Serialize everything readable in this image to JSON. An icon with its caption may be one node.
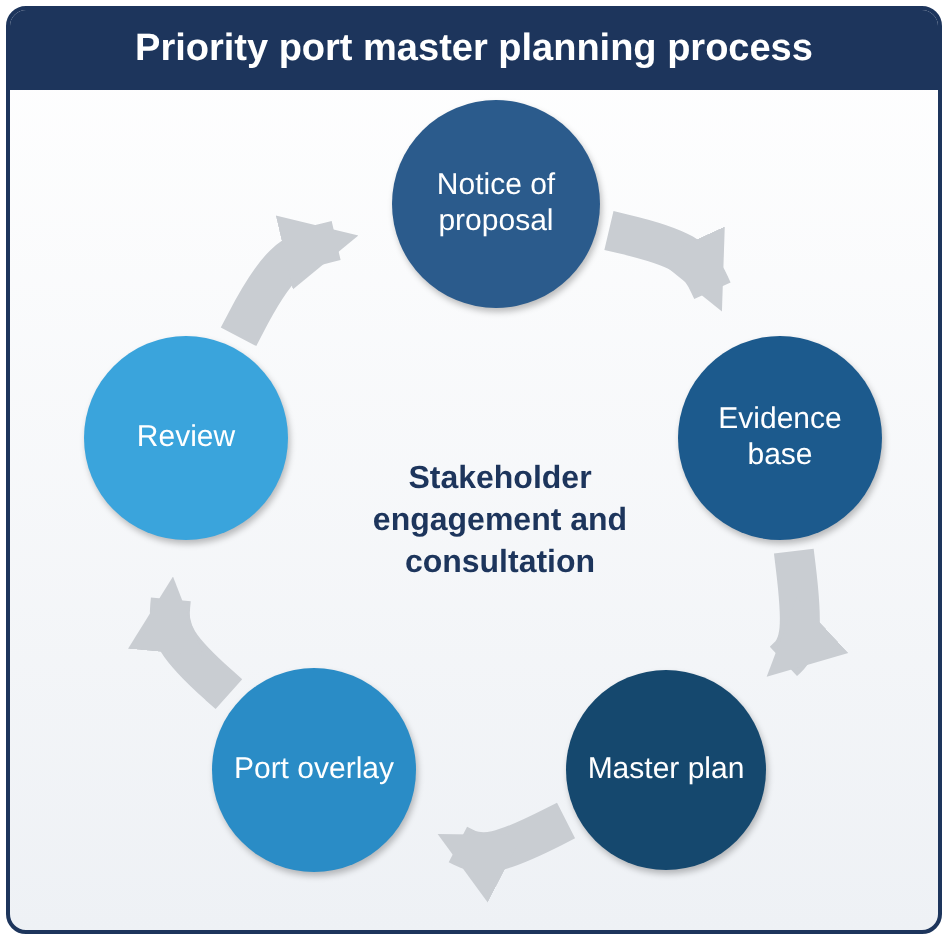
{
  "diagram": {
    "title": "Priority port master planning process",
    "nodes": [
      {
        "text": [
          "Notice of proposal"
        ]
      },
      {
        "text": [
          "Evidence base"
        ]
      },
      {
        "text": [
          "Master plan"
        ]
      },
      {
        "text": [
          "Port overlay"
        ]
      },
      {
        "text": [
          "Review"
        ]
      }
    ],
    "edges": [
      {
        "from": 0,
        "to": 1,
        "arrow": "to"
      },
      {
        "from": 1,
        "to": 2,
        "arrow": "to"
      },
      {
        "from": 2,
        "to": 3,
        "arrow": "to"
      },
      {
        "from": 3,
        "to": 4,
        "arrow": "to"
      },
      {
        "from": 4,
        "to": 0,
        "arrow": "to"
      }
    ],
    "labels": [
      "Stakeholder engagement and consultation"
    ]
  }
}
